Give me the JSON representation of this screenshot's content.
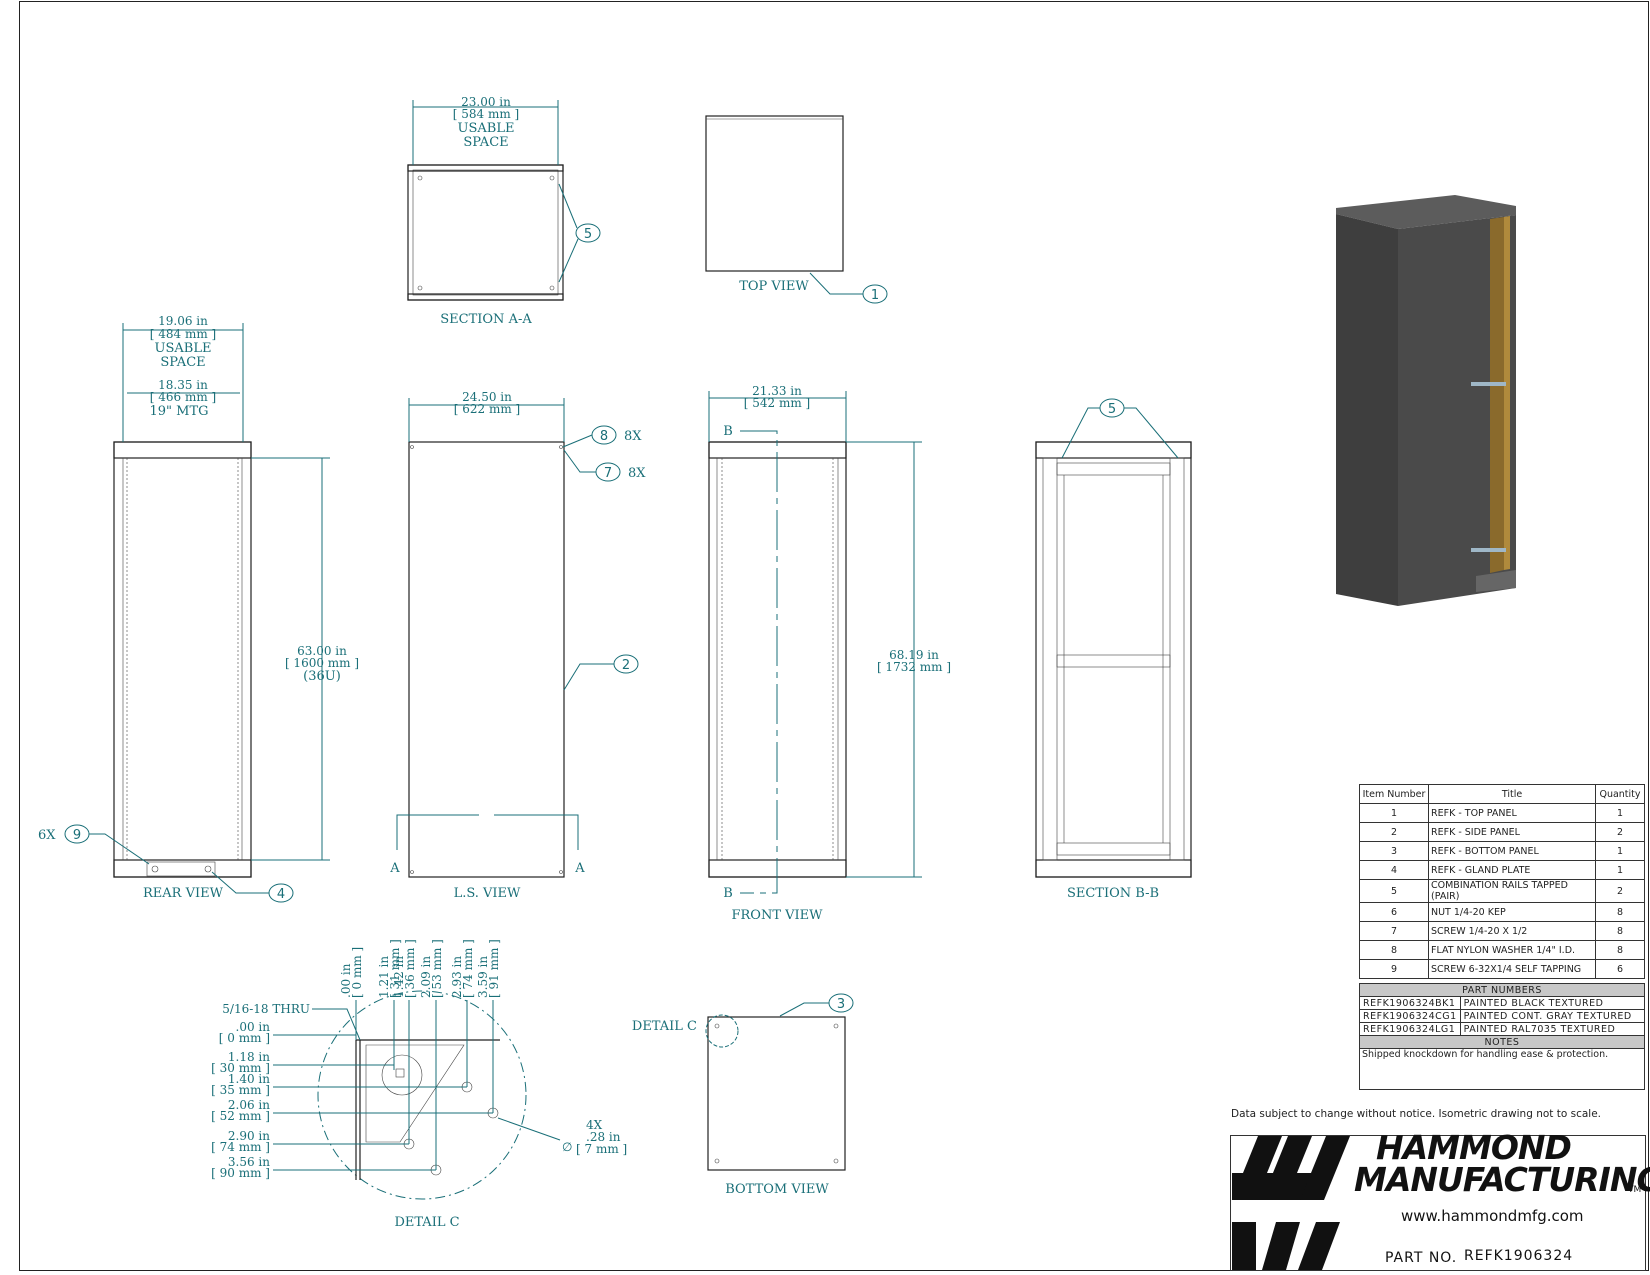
{
  "views": {
    "section_aa": {
      "title": "SECTION A-A",
      "width_in": "23.00 in",
      "width_mm": "[ 584 mm ]",
      "note1": "USABLE",
      "note2": "SPACE",
      "balloon": "5"
    },
    "top_view": {
      "title": "TOP VIEW",
      "balloon": "1"
    },
    "rear_view": {
      "title": "REAR VIEW",
      "usable_in": "19.06 in",
      "usable_mm": "[ 484 mm ]",
      "usable_note1": "USABLE",
      "usable_note2": "SPACE",
      "mtg_in": "18.35 in",
      "mtg_mm": "[ 466 mm ]",
      "mtg_note": "19\" MTG",
      "height_in": "63.00 in",
      "height_mm": "[ 1600 mm ]",
      "height_u": "(36U)",
      "balloon_9": "9",
      "qty_9": "6X",
      "balloon_4": "4"
    },
    "ls_view": {
      "title": "L.S. VIEW",
      "width_in": "24.50 in",
      "width_mm": "[ 622 mm ]",
      "balloon_8": "8",
      "qty_8": "8X",
      "balloon_7": "7",
      "qty_7": "8X",
      "balloon_2": "2",
      "section_mark": "A"
    },
    "front_view": {
      "title": "FRONT VIEW",
      "width_in": "21.33 in",
      "width_mm": "[ 542 mm ]",
      "height_in": "68.19 in",
      "height_mm": "[ 1732 mm ]",
      "section_mark": "B"
    },
    "section_bb": {
      "title": "SECTION B-B",
      "balloon": "5"
    },
    "detail_c": {
      "title": "DETAIL C",
      "thread": "5/16-18 THRU",
      "top_dims": [
        {
          "in": ".00 in",
          "mm": "[ 0 mm ]"
        },
        {
          "in": "1.21 in",
          "mm": "[ 31 mm ]"
        },
        {
          "in": "1.42 in",
          "mm": "[ 36 mm ]"
        },
        {
          "in": "2.09 in",
          "mm": "[ 53 mm ]"
        },
        {
          "in": "2.93 in",
          "mm": "[ 74 mm ]"
        },
        {
          "in": "3.59 in",
          "mm": "[ 91 mm ]"
        }
      ],
      "left_dims": [
        {
          "in": ".00 in",
          "mm": "[ 0 mm ]"
        },
        {
          "in": "1.18 in",
          "mm": "[ 30 mm ]"
        },
        {
          "in": "1.40 in",
          "mm": "[ 35 mm ]"
        },
        {
          "in": "2.06 in",
          "mm": "[ 52 mm ]"
        },
        {
          "in": "2.90 in",
          "mm": "[ 74 mm ]"
        },
        {
          "in": "3.56 in",
          "mm": "[ 90 mm ]"
        }
      ],
      "hole_qty": "4X",
      "hole_symbol": "∅",
      "hole_in": ".28 in",
      "hole_mm": "[ 7 mm ]"
    },
    "bottom_view": {
      "title": "BOTTOM VIEW",
      "detail_label": "DETAIL C",
      "balloon": "3"
    }
  },
  "bom": {
    "headers": [
      "Item Number",
      "Title",
      "Quantity"
    ],
    "rows": [
      {
        "item": "1",
        "title": "REFK - TOP PANEL",
        "qty": "1"
      },
      {
        "item": "2",
        "title": "REFK - SIDE PANEL",
        "qty": "2"
      },
      {
        "item": "3",
        "title": "REFK - BOTTOM PANEL",
        "qty": "1"
      },
      {
        "item": "4",
        "title": "REFK - GLAND PLATE",
        "qty": "1"
      },
      {
        "item": "5",
        "title": "COMBINATION RAILS TAPPED (PAIR)",
        "qty": "2"
      },
      {
        "item": "6",
        "title": "NUT 1/4-20 KEP",
        "qty": "8"
      },
      {
        "item": "7",
        "title": "SCREW 1/4-20 X 1/2",
        "qty": "8"
      },
      {
        "item": "8",
        "title": "FLAT NYLON WASHER 1/4\" I.D.",
        "qty": "8"
      },
      {
        "item": "9",
        "title": "SCREW 6-32X1/4 SELF TAPPING",
        "qty": "6"
      }
    ]
  },
  "part_numbers": {
    "header": "PART NUMBERS",
    "rows": [
      {
        "pn": "REFK1906324BK1",
        "desc": "PAINTED BLACK TEXTURED"
      },
      {
        "pn": "REFK1906324CG1",
        "desc": "PAINTED CONT. GRAY TEXTURED"
      },
      {
        "pn": "REFK1906324LG1",
        "desc": "PAINTED RAL7035 TEXTURED"
      }
    ]
  },
  "notes": {
    "header": "NOTES",
    "text": "Shipped knockdown for handling ease & protection."
  },
  "title_block": {
    "disclaimer": "Data subject to change without notice. Isometric drawing not to scale.",
    "company_line1": "HAMMOND",
    "company_line2": "MANUFACTURING",
    "trademark": "TM",
    "website": "www.hammondmfg.com",
    "part_no_label": "PART NO.",
    "part_no_value": "REFK1906324"
  },
  "colors": {
    "dimension": "#1a6f78",
    "outline": "#222222",
    "cabinet_iso": "#4a4a4a"
  }
}
